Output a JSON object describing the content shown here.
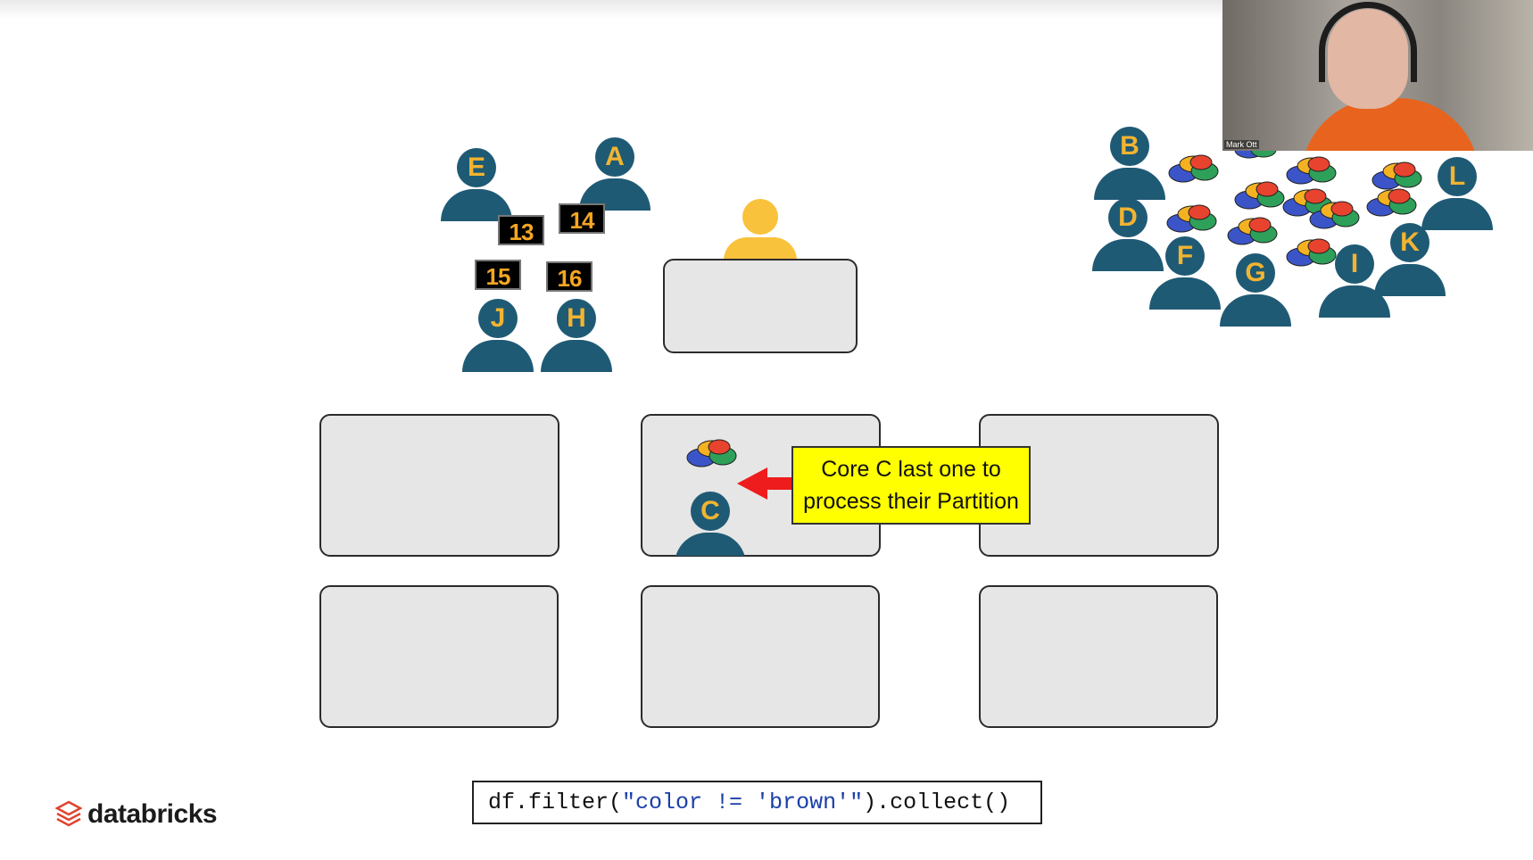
{
  "executors": {
    "top_row": [
      "E",
      "A",
      "J",
      "H"
    ],
    "right_group": [
      "B",
      "D",
      "L",
      "F",
      "G",
      "I",
      "K"
    ],
    "core": "C"
  },
  "tasks": [
    "13",
    "14",
    "15",
    "16"
  ],
  "callout": {
    "line1": "Core C last one to",
    "line2": "process their Partition"
  },
  "code": {
    "prefix": "df.filter(",
    "string": "\"color != 'brown'\"",
    "suffix": ").collect()"
  },
  "logo": {
    "text": "databricks"
  },
  "webcam": {
    "name": "Mark Ott"
  },
  "colors": {
    "person": "#1f5a75",
    "letter": "#f2b431",
    "driver": "#f9c23c",
    "callout_bg": "#ffff00",
    "arrow": "#ee1c1c",
    "box_bg": "#e6e6e6",
    "logo_red": "#e0432f"
  },
  "icons": [
    "person-icon",
    "data-blob-icon",
    "arrow-left-icon",
    "databricks-logo-icon"
  ]
}
